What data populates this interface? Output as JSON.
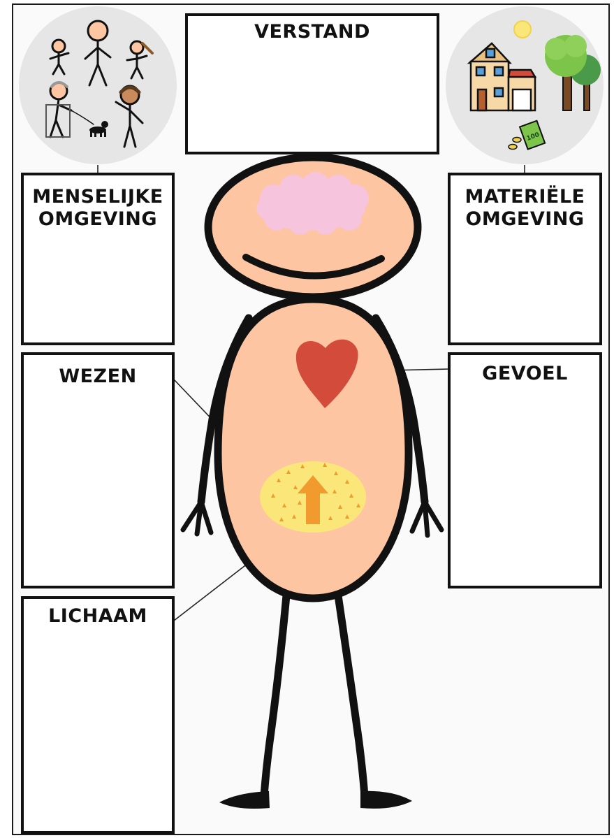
{
  "boxes": {
    "verstand": "VERSTAND",
    "menselijke_line1": "MENSELIJKE",
    "menselijke_line2": "OMGEVING",
    "materiele_line1": "MATERIËLE",
    "materiele_line2": "OMGEVING",
    "wezen": "WEZEN",
    "gevoel": "GEVOEL",
    "lichaam": "LICHAAM"
  },
  "money_note": "100",
  "icons": {
    "people_circle": "people-group-icon",
    "environment_circle": "house-trees-sun-money-icon",
    "brain": "brain-icon",
    "heart": "heart-icon",
    "core": "growth-arrow-icon"
  },
  "colors": {
    "skin": "#fdc5a1",
    "outline": "#111111",
    "brain": "#f6c4dd",
    "heart": "#d34b3b",
    "core": "#fbe67a",
    "arrow": "#f19a2e",
    "circle_bg": "#e6e6e6"
  }
}
